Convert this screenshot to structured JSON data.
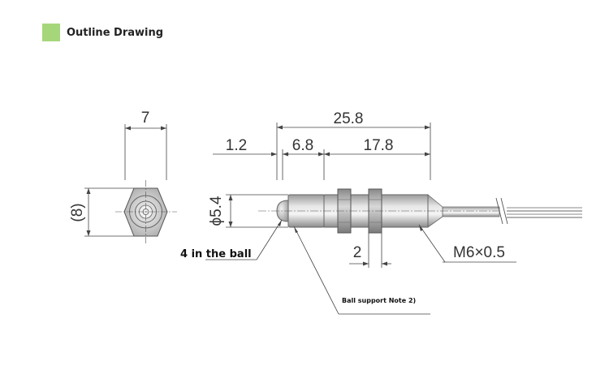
{
  "header": {
    "title": "Outline Drawing",
    "accent_color": "#a6d67a"
  },
  "dimensions": {
    "hex_width": "7",
    "hex_height": "(8)",
    "total_length": "25.8",
    "ball_offset": "1.2",
    "tip_length": "6.8",
    "body_length": "17.8",
    "diameter": "ϕ5.4",
    "nut_gap": "2",
    "thread": "M6×0.5"
  },
  "notes": {
    "ball_note": "4 in the ball",
    "ball_support": "Ball support Note 2)"
  }
}
